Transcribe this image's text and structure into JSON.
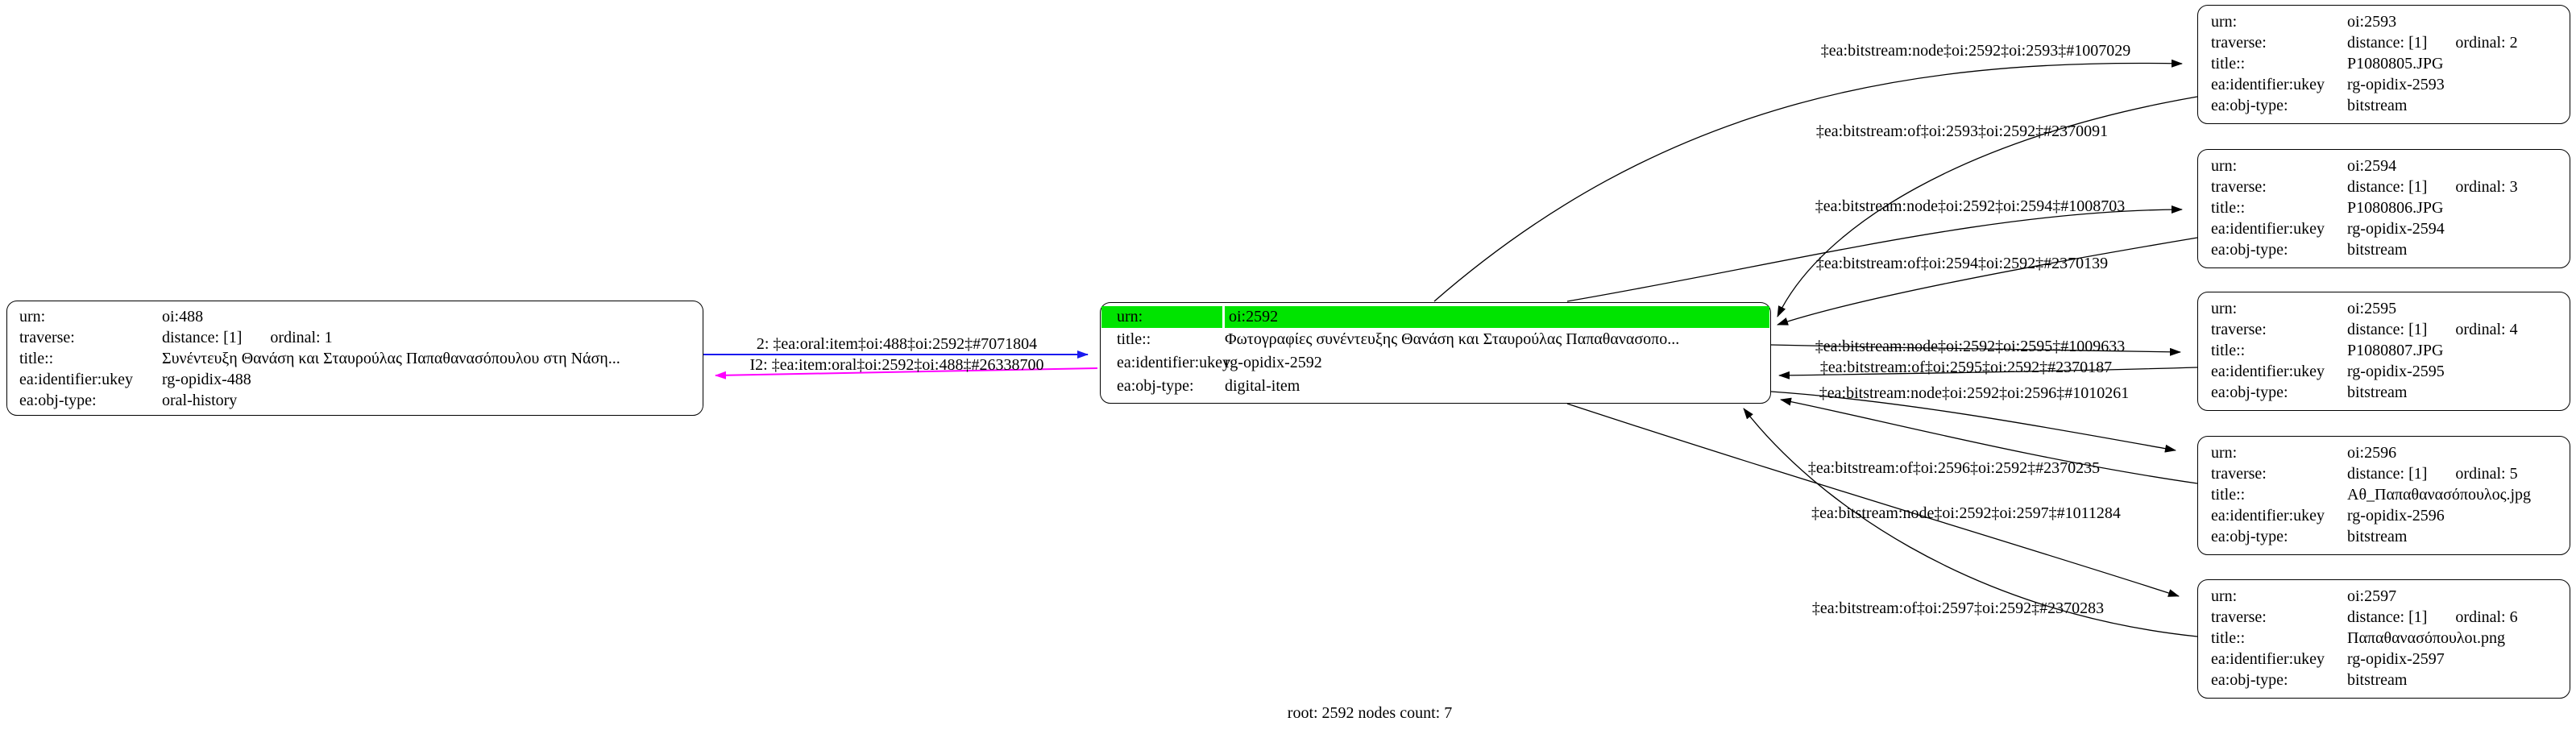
{
  "graph": {
    "footer": "root: 2592 nodes count: 7"
  },
  "colors": {
    "highlight_green": "#00e400",
    "edge_black": "#000000",
    "edge_blue": "#1a1aef",
    "edge_magenta": "#ff00ff",
    "node_border": "#000000",
    "background": "#ffffff"
  },
  "nodes": {
    "left": {
      "rows": [
        {
          "key": "urn:",
          "value": "oi:488"
        },
        {
          "key": "traverse:",
          "value": "distance: [1]",
          "value2": "ordinal: 1"
        },
        {
          "key": "title::",
          "value": "Συνέντευξη Θανάση και Σταυρούλας Παπαθανασόπουλου στη Νάση..."
        },
        {
          "key": "ea:identifier:ukey",
          "value": "rg-opidix-488"
        },
        {
          "key": "ea:obj-type:",
          "value": "oral-history"
        }
      ]
    },
    "center": {
      "rows": [
        {
          "key": "urn:",
          "value": "oi:2592"
        },
        {
          "key": "title::",
          "value": "Φωτογραφίες συνέντευξης Θανάση και Σταυρούλας Παπαθανασοπο..."
        },
        {
          "key": "ea:identifier:ukey",
          "value": "rg-opidix-2592"
        },
        {
          "key": "ea:obj-type:",
          "value": "digital-item"
        }
      ]
    },
    "right": [
      {
        "rows": [
          {
            "key": "urn:",
            "value": "oi:2593"
          },
          {
            "key": "traverse:",
            "value": "distance: [1]",
            "value2": "ordinal: 2"
          },
          {
            "key": "title::",
            "value": "P1080805.JPG"
          },
          {
            "key": "ea:identifier:ukey",
            "value": "rg-opidix-2593"
          },
          {
            "key": "ea:obj-type:",
            "value": "bitstream"
          }
        ]
      },
      {
        "rows": [
          {
            "key": "urn:",
            "value": "oi:2594"
          },
          {
            "key": "traverse:",
            "value": "distance: [1]",
            "value2": "ordinal: 3"
          },
          {
            "key": "title::",
            "value": "P1080806.JPG"
          },
          {
            "key": "ea:identifier:ukey",
            "value": "rg-opidix-2594"
          },
          {
            "key": "ea:obj-type:",
            "value": "bitstream"
          }
        ]
      },
      {
        "rows": [
          {
            "key": "urn:",
            "value": "oi:2595"
          },
          {
            "key": "traverse:",
            "value": "distance: [1]",
            "value2": "ordinal: 4"
          },
          {
            "key": "title::",
            "value": "P1080807.JPG"
          },
          {
            "key": "ea:identifier:ukey",
            "value": "rg-opidix-2595"
          },
          {
            "key": "ea:obj-type:",
            "value": "bitstream"
          }
        ]
      },
      {
        "rows": [
          {
            "key": "urn:",
            "value": "oi:2596"
          },
          {
            "key": "traverse:",
            "value": "distance: [1]",
            "value2": "ordinal: 5"
          },
          {
            "key": "title::",
            "value": "Αθ_Παπαθανασόπουλος.jpg"
          },
          {
            "key": "ea:identifier:ukey",
            "value": "rg-opidix-2596"
          },
          {
            "key": "ea:obj-type:",
            "value": "bitstream"
          }
        ]
      },
      {
        "rows": [
          {
            "key": "urn:",
            "value": "oi:2597"
          },
          {
            "key": "traverse:",
            "value": "distance: [1]",
            "value2": "ordinal: 6"
          },
          {
            "key": "title::",
            "value": "Παπαθανασόπουλοι.png"
          },
          {
            "key": "ea:identifier:ukey",
            "value": "rg-opidix-2597"
          },
          {
            "key": "ea:obj-type:",
            "value": "bitstream"
          }
        ]
      }
    ]
  },
  "edges": {
    "oral_item": "2: ‡ea:oral:item‡oi:488‡oi:2592‡#7071804",
    "item_oral": "I2: ‡ea:item:oral‡oi:2592‡oi:488‡#26338700",
    "bitstream": [
      "‡ea:bitstream:node‡oi:2592‡oi:2593‡#1007029",
      "‡ea:bitstream:of‡oi:2593‡oi:2592‡#2370091",
      "‡ea:bitstream:node‡oi:2592‡oi:2594‡#1008703",
      "‡ea:bitstream:of‡oi:2594‡oi:2592‡#2370139",
      "‡ea:bitstream:node‡oi:2592‡oi:2595‡#1009633",
      "‡ea:bitstream:of‡oi:2595‡oi:2592‡#2370187",
      "‡ea:bitstream:node‡oi:2592‡oi:2596‡#1010261",
      "‡ea:bitstream:of‡oi:2596‡oi:2592‡#2370235",
      "‡ea:bitstream:node‡oi:2592‡oi:2597‡#1011284",
      "‡ea:bitstream:of‡oi:2597‡oi:2592‡#2370283"
    ]
  }
}
